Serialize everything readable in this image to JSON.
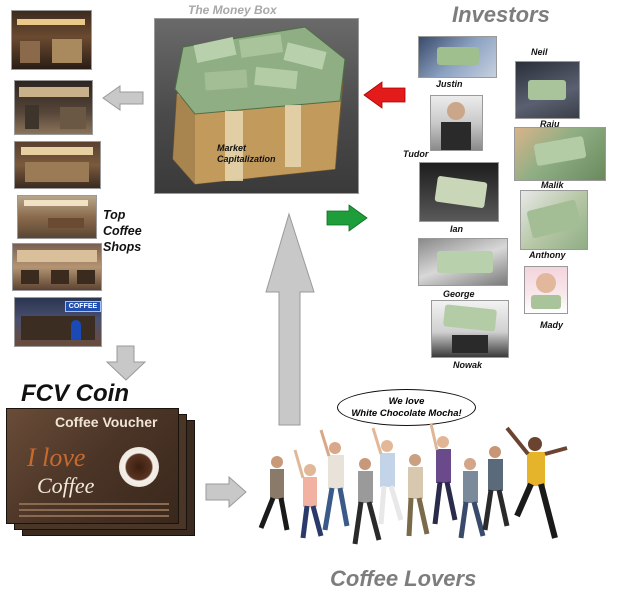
{
  "money_box": {
    "title": "The Money Box",
    "label_line1": "Market",
    "label_line2": "Capitalization"
  },
  "investors": {
    "title": "Investors",
    "names": [
      "Justin",
      "Neil",
      "Raju",
      "Tudor",
      "Malik",
      "Ian",
      "Anthony",
      "George",
      "Mady",
      "Nowak"
    ]
  },
  "shops": {
    "label_line1": "Top",
    "label_line2": "Coffee",
    "label_line3": "Shops",
    "sign_text": "COFFEE"
  },
  "coin": {
    "title": "FCV Coin",
    "voucher_title": "Coffee Voucher",
    "voucher_script1": "I love",
    "voucher_script2": "Coffee"
  },
  "lovers": {
    "title": "Coffee Lovers",
    "speech_line1": "We love",
    "speech_line2": "White Chocolate Mocha!"
  },
  "colors": {
    "arrow_grey": "#c8c8c8",
    "arrow_red": "#e31b1b",
    "arrow_green": "#1e9e3a",
    "title_grey": "#7d7d7d"
  }
}
